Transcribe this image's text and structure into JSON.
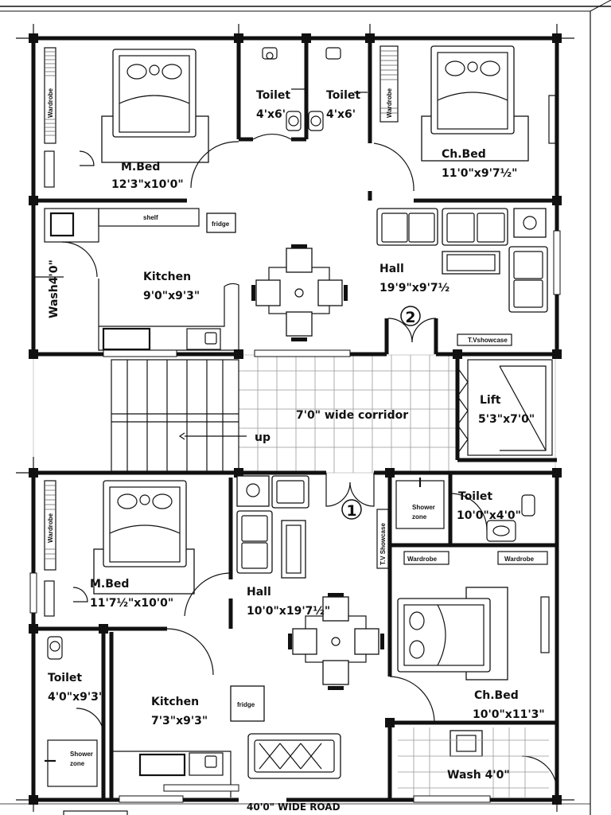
{
  "rooms": {
    "mbed_top": {
      "name": "M.Bed",
      "size": "12'3\"x10'0\""
    },
    "toilet_top_1": {
      "name": "Toilet",
      "size": "4'x6'"
    },
    "toilet_top_2": {
      "name": "Toilet",
      "size": "4'x6'"
    },
    "chbed_top": {
      "name": "Ch.Bed",
      "size": "11'0\"x9'7½\""
    },
    "kitchen_top": {
      "name": "Kitchen",
      "size": "9'0\"x9'3\""
    },
    "hall_top": {
      "name": "Hall",
      "size": "19'9\"x9'7½"
    },
    "wash_top": {
      "label": "Wash4'0\""
    },
    "lift": {
      "name": "Lift",
      "size": "5'3\"x7'0\""
    },
    "corridor": {
      "label": "7'0\"  wide  corridor"
    },
    "mbed_bottom": {
      "name": "M.Bed",
      "size": "11'7½\"x10'0\""
    },
    "hall_bottom": {
      "name": "Hall",
      "size": "10'0\"x19'7½\""
    },
    "toilet_bottom_right": {
      "name": "Toilet",
      "size": "10'0\"x4'0\""
    },
    "toilet_bottom_left": {
      "name": "Toilet",
      "size": "4'0\"x9'3\""
    },
    "kitchen_bottom": {
      "name": "Kitchen",
      "size": "7'3\"x9'3\""
    },
    "chbed_bottom": {
      "name": "Ch.Bed",
      "size": "10'0\"x11'3\""
    },
    "wash_bottom": {
      "label": "Wash 4'0\""
    }
  },
  "fixtures": {
    "wardrobe_top_left": "Wardrobe",
    "wardrobe_top_right": "Wardrobe",
    "shelf": "shelf",
    "fridge_top": "fridge",
    "tv_showcase_top": "T.Vshowcase",
    "wardrobe_bottom_left": "Wardrobe",
    "tv_showcase_bottom": "T.V Showcase",
    "shower_zone_right_1": "Shower",
    "shower_zone_right_2": "zone",
    "wardrobe_bottom_mid_1": "Wardrobe",
    "wardrobe_bottom_mid_2": "Wardrobe",
    "fridge_bottom": "fridge",
    "shower_zone_left_1": "Shower",
    "shower_zone_left_2": "zone"
  },
  "markers": {
    "unit_2": "2",
    "unit_1": "1",
    "stair": "up"
  },
  "road": "40'0\"   WIDE  ROAD"
}
